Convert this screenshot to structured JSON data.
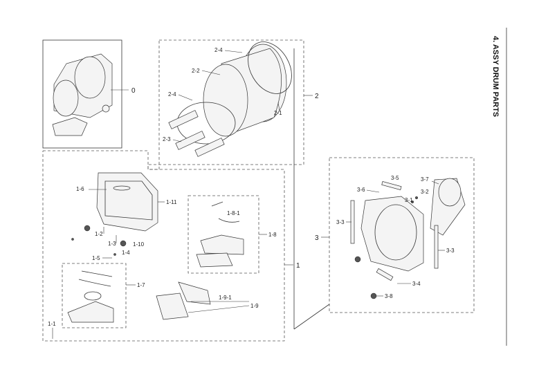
{
  "title": "4. ASSY DRUM PARTS",
  "labels": {
    "l0": "0",
    "l1": "1",
    "l1_1": "1-1",
    "l1_2": "1-2",
    "l1_3": "1-3",
    "l1_4": "1-4",
    "l1_5": "1-5",
    "l1_6": "1-6",
    "l1_7": "1-7",
    "l1_8": "1-8",
    "l1_8_1": "1-8-1",
    "l1_9": "1-9",
    "l1_9_1": "1-9-1",
    "l1_10": "1-10",
    "l1_11": "1-11",
    "l2": "2",
    "l2_1": "2-1",
    "l2_2": "2-2",
    "l2_3": "2-3",
    "l2_4a": "2-4",
    "l2_4b": "2-4",
    "l3": "3",
    "l3_1": "3-1",
    "l3_2": "3-2",
    "l3_3a": "3-3",
    "l3_3b": "3-3",
    "l3_4": "3-4",
    "l3_5": "3-5",
    "l3_6": "3-6",
    "l3_7": "3-7",
    "l3_8": "3-8"
  }
}
